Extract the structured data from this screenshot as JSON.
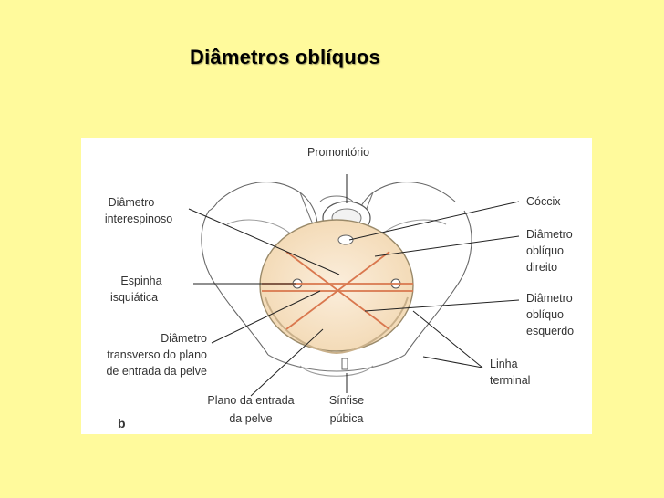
{
  "slide": {
    "title": "Diâmetros oblíquos"
  },
  "figure": {
    "panel_letter": "b",
    "labels": {
      "promontorio": "Promontório",
      "diametro_interespinoso_1": "Diâmetro",
      "diametro_interespinoso_2": "interespinoso",
      "espinha_1": "Espinha",
      "espinha_2": "isquiática",
      "transverso_1": "Diâmetro",
      "transverso_2": "transverso do plano",
      "transverso_3": "de entrada da pelve",
      "plano_1": "Plano da entrada",
      "plano_2": "da pelve",
      "sinfise_1": "Sínfise",
      "sinfise_2": "púbica",
      "coccix": "Cóccix",
      "obliquo_direito_1": "Diâmetro",
      "obliquo_direito_2": "oblíquo",
      "obliquo_direito_3": "direito",
      "obliquo_esquerdo_1": "Diâmetro",
      "obliquo_esquerdo_2": "oblíquo",
      "obliquo_esquerdo_3": "esquerdo",
      "linha_1": "Linha",
      "linha_2": "terminal"
    },
    "colors": {
      "diameter_lines": "#D9774E",
      "pelvic_inlet_fill": "#F7E3C4",
      "bone_outline": "#555555",
      "leader_lines": "#222222"
    }
  }
}
